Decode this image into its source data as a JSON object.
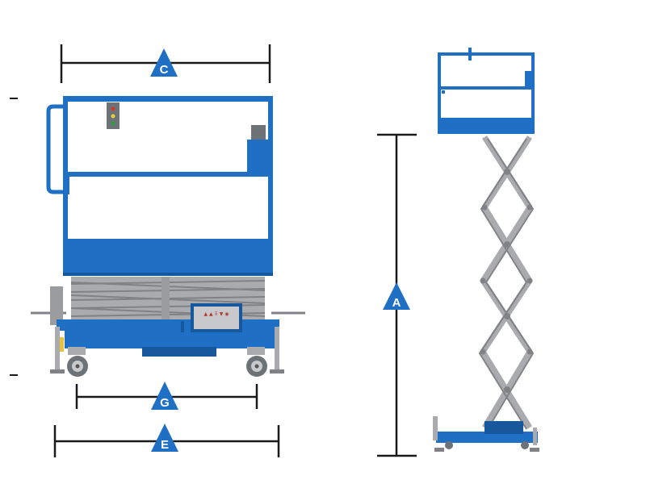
{
  "diagram": {
    "dimensions": {
      "C": "C",
      "G": "G",
      "E": "E",
      "A": "A"
    },
    "control_panel_marks": "▲ ▲ ⊼ ▼ ◉",
    "colors": {
      "blue": "#1f6fc4",
      "blue_dark": "#17579b",
      "gray": "#a9abae",
      "gray_dark": "#808285",
      "line": "#1a1a1a"
    }
  }
}
